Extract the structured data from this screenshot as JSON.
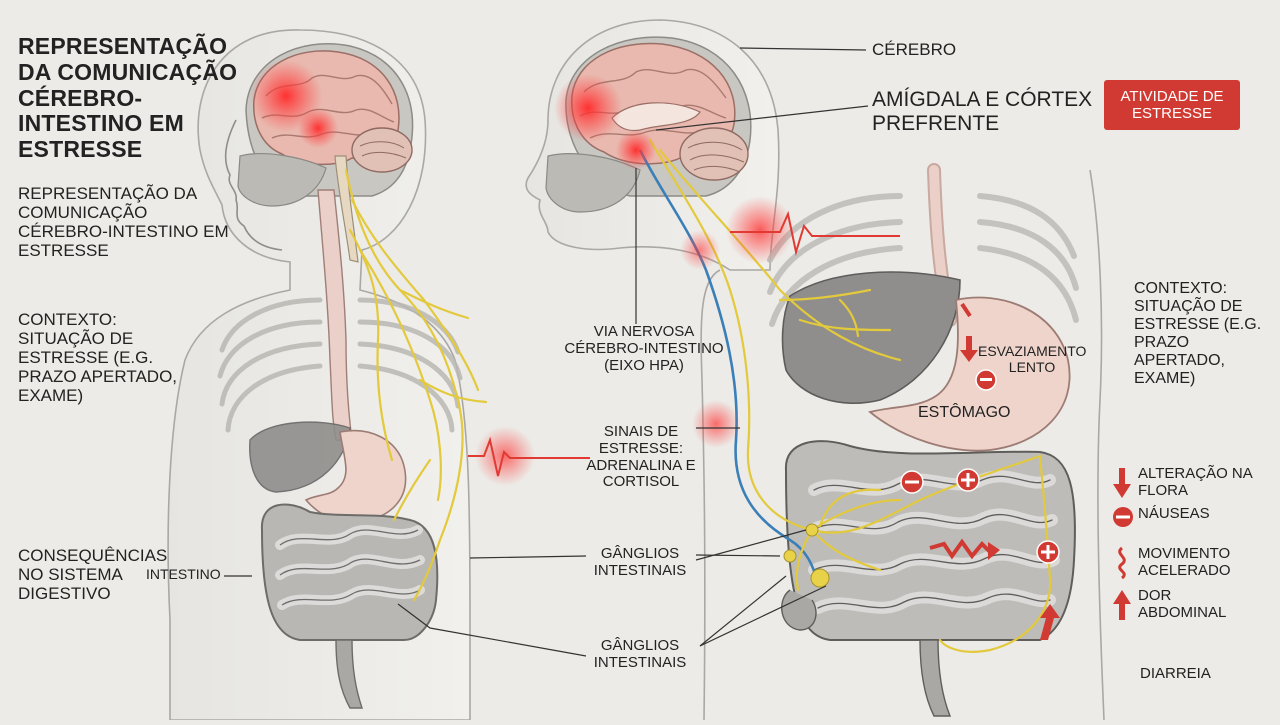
{
  "title": "REPRESENTAÇÃO DA COMUNICAÇÃO CÉREBRO-INTESTINO EM ESTRESSE",
  "subtitle": "REPRESENTAÇÃO DA COMUNICAÇÃO CÉREBRO-INTESTINO EM ESTRESSE",
  "context_left": "CONTEXTO: SITUAÇÃO DE ESTRESSE (e.g. PRAZO APERTADO, EXAME)",
  "context_right": "CONTEXTO: SITUAÇÃO DE ESTRESSE (e.g. PRAZO APERTADO, EXAME)",
  "consequences": "CONSEQUÊNCIAS NO SISTEMA DIGESTIVO",
  "labels": {
    "intestino": "INTESTINO",
    "cerebro": "CÉREBRO",
    "amigdala": "AMÍGDALA E CÓRTEX PREFRENTE",
    "badge": "ATIVIDADE DE ESTRESSE",
    "via": "VIA NERVOSA CÉREBRO-INTESTINO (EIXO HPA)",
    "sinais": "SINAIS DE ESTRESSE: ADRENALINA E CORTISOL",
    "ganglios_1": "GÂNGLIOS INTESTINAIS",
    "ganglios_2": "GÂNGLIOS INTESTINAIS",
    "esvaziamento": "ESVAZIAMENTO LENTO",
    "estomago": "ESTÔMAGO"
  },
  "legend": [
    {
      "icon": "down-arrow-icon",
      "text": "ALTERAÇÃO NA FLORA"
    },
    {
      "icon": "minus-circle-icon",
      "text": "NÁUSEAS"
    },
    {
      "icon": "wavy-arrow-icon",
      "text": "MOVIMENTO ACELERADO"
    },
    {
      "icon": "up-arrow-icon",
      "text": "DOR ABDOMINAL"
    }
  ],
  "diarreia": "DIARREIA",
  "colors": {
    "accent_red": "#d13a32",
    "nerve_yellow": "#e8d24a",
    "vessel_blue": "#3b7fb8",
    "organ_gray": "#9a9a98",
    "stomach_pink": "#efd4cc",
    "brain_pink": "#e9b8ae"
  }
}
